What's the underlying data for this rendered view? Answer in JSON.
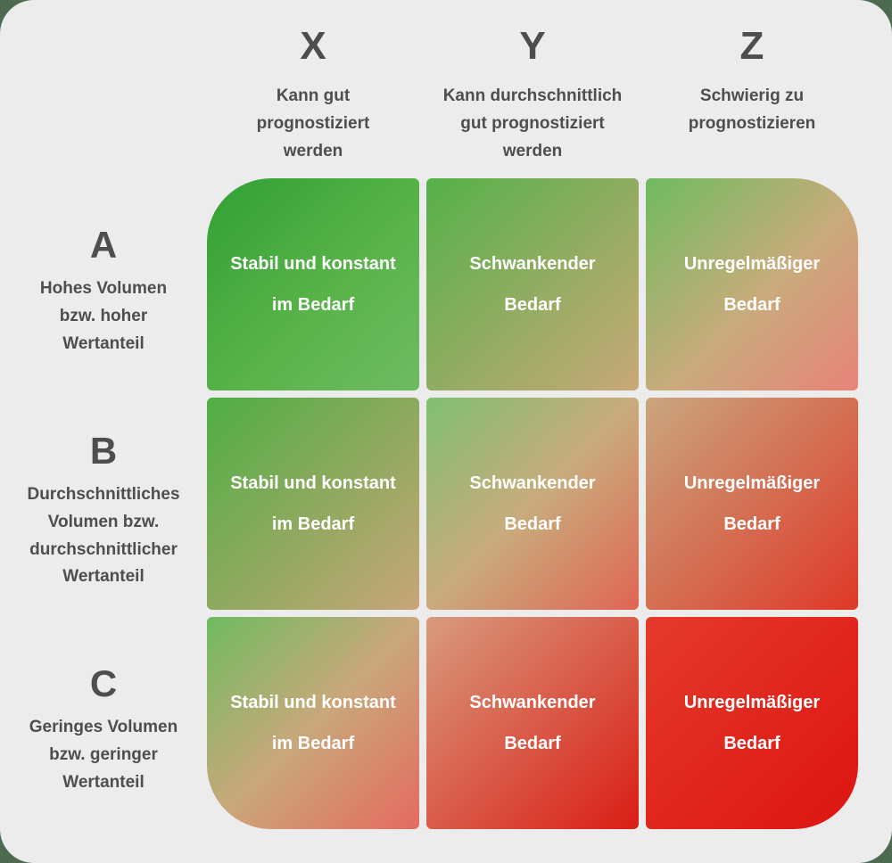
{
  "colors": {
    "page_background": "#4C6B51",
    "card_background": "#ECECEC",
    "label_text": "#4E4E4E",
    "cell_text": "#FFFFFF",
    "green": "#2FA033",
    "tan": "#C9AB7C",
    "red": "#DD1410"
  },
  "columns": [
    {
      "letter": "X",
      "description": "Kann gut\nprognostiziert\nwerden"
    },
    {
      "letter": "Y",
      "description": "Kann durchschnittlich\ngut prognostiziert\nwerden"
    },
    {
      "letter": "Z",
      "description": "Schwierig zu\nprognostizieren"
    }
  ],
  "rows": [
    {
      "letter": "A",
      "description": "Hohes Volumen\nbzw. hoher\nWertanteil"
    },
    {
      "letter": "B",
      "description": "Durchschnittliches\nVolumen bzw.\ndurchschnittlicher\nWertanteil"
    },
    {
      "letter": "C",
      "description": "Geringes Volumen\nbzw. geringer\nWertanteil"
    }
  ],
  "cells": [
    [
      {
        "label": "Stabil und konstant\nim Bedarf",
        "gradient": [
          "#31A035",
          "#58B348 55%",
          "#6FBB63"
        ]
      },
      {
        "label": "Schwankender\nBedarf",
        "gradient": [
          "#55B14A",
          "#C9A878"
        ]
      },
      {
        "label": "Unregelmäßiger\nBedarf",
        "gradient": [
          "#6FBB60",
          "#C9AB7C 55%",
          "#E8837A"
        ]
      }
    ],
    [
      {
        "label": "Stabil und konstant\nim Bedarf",
        "gradient": [
          "#4FAE44",
          "#C9A578"
        ]
      },
      {
        "label": "Schwankender\nBedarf",
        "gradient": [
          "#7FC072",
          "#C9AB7C 50%",
          "#E06553"
        ]
      },
      {
        "label": "Unregelmäßiger\nBedarf",
        "gradient": [
          "#C9A77F",
          "#DF3828"
        ]
      }
    ],
    [
      {
        "label": "Stabil und konstant\nim Bedarf",
        "gradient": [
          "#6FBB60",
          "#C9A87B 50%",
          "#E56A5F"
        ]
      },
      {
        "label": "Schwankender\nBedarf",
        "gradient": [
          "#D89B7E",
          "#DA1D15"
        ]
      },
      {
        "label": "Unregelmäßiger\nBedarf",
        "gradient": [
          "#E43A2B",
          "#DD1410"
        ]
      }
    ]
  ]
}
